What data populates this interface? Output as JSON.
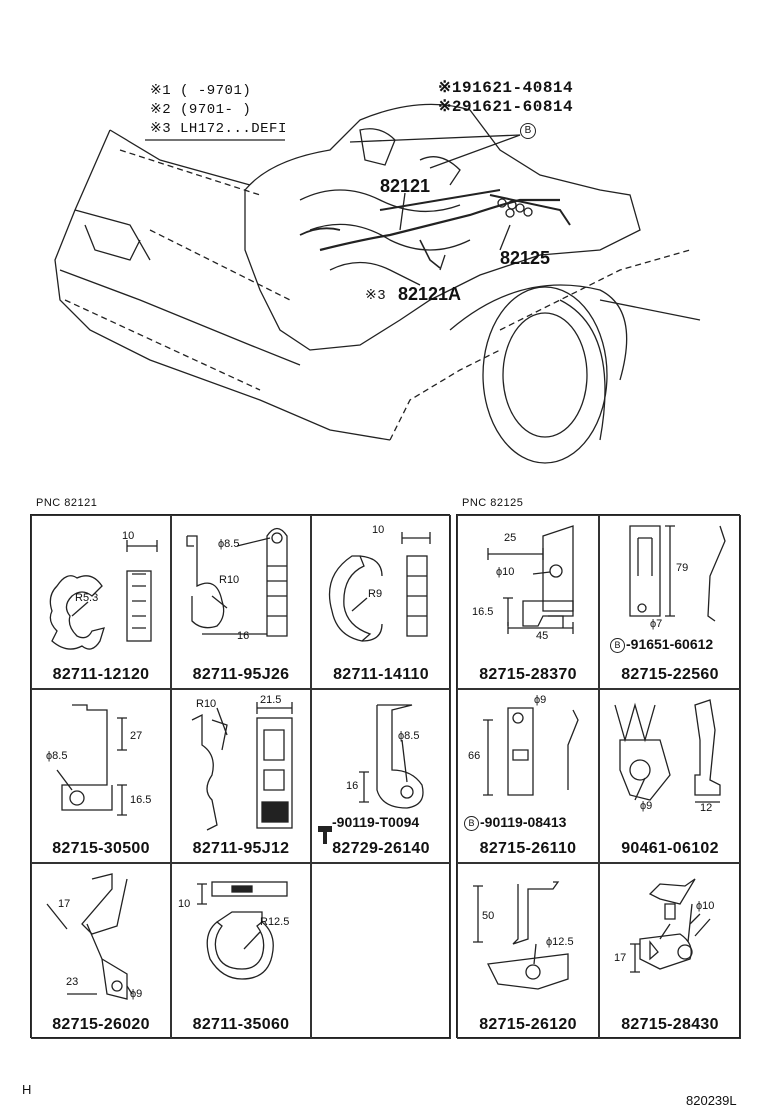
{
  "header": {
    "notes": [
      "※1 (    -9701)",
      "※2 (9701-     )",
      "※3 LH172...DEFI"
    ],
    "refs": [
      "※191621-40814",
      "※291621-60814"
    ],
    "b_marker": "B"
  },
  "callouts": {
    "c82121": "82121",
    "c82125": "82125",
    "c82121a_mark": "※3",
    "c82121a": "82121A"
  },
  "tables": {
    "left_title": "PNC 82121",
    "right_title": "PNC 82125",
    "left": [
      {
        "pn": "82711-12120",
        "dims": [
          "10",
          "R5.3"
        ]
      },
      {
        "pn": "82711-95J26",
        "dims": [
          "ϕ8.5",
          "R10",
          "16"
        ]
      },
      {
        "pn": "82711-14110",
        "dims": [
          "10",
          "R9"
        ]
      },
      {
        "pn": "82715-30500",
        "dims": [
          "27",
          "ϕ8.5",
          "16.5"
        ]
      },
      {
        "pn": "82711-95J12",
        "dims": [
          "R10",
          "21.5"
        ]
      },
      {
        "pn": "82729-26140",
        "dims": [
          "ϕ8.5",
          "16"
        ],
        "sub": "-90119-T0094"
      },
      {
        "pn": "82715-26020",
        "dims": [
          "17",
          "23",
          "ϕ9"
        ]
      },
      {
        "pn": "82711-35060",
        "dims": [
          "10",
          "R12.5"
        ]
      }
    ],
    "right": [
      {
        "pn": "82715-28370",
        "dims": [
          "25",
          "ϕ10",
          "16.5",
          "45"
        ]
      },
      {
        "pn": "82715-22560",
        "dims": [
          "79",
          "ϕ7"
        ],
        "sub": "-91651-60612"
      },
      {
        "pn": "82715-26110",
        "dims": [
          "ϕ9",
          "66"
        ],
        "sub": "-90119-08413"
      },
      {
        "pn": "90461-06102",
        "dims": [
          "ϕ9",
          "12"
        ]
      },
      {
        "pn": "82715-26120",
        "dims": [
          "50",
          "ϕ12.5"
        ]
      },
      {
        "pn": "82715-28430",
        "dims": [
          "ϕ10",
          "17"
        ]
      }
    ]
  },
  "footer": {
    "left": "H",
    "right": "820239L"
  }
}
